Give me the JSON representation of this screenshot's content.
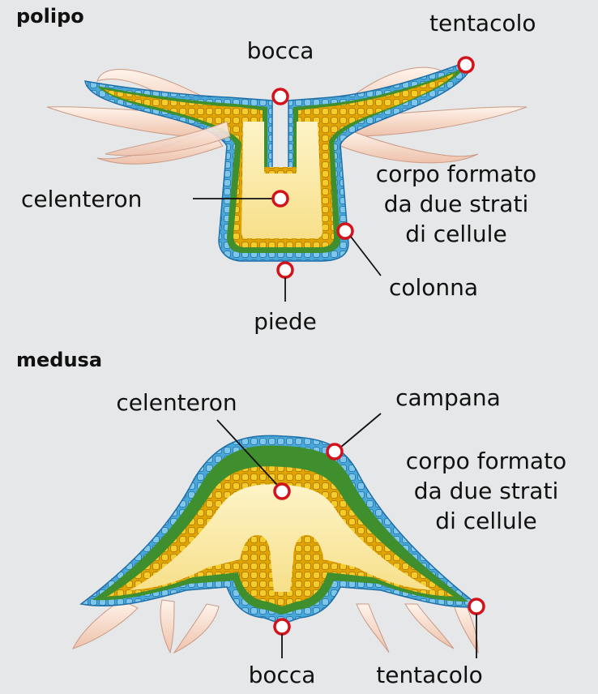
{
  "polyp": {
    "title": "polipo",
    "labels": {
      "tentacle": "tentacolo",
      "mouth": "bocca",
      "cavity": "celenteron",
      "body_line1": "corpo formato",
      "body_line2": "da due strati",
      "body_line3": "di cellule",
      "column": "colonna",
      "foot": "piede"
    }
  },
  "medusa": {
    "title": "medusa",
    "labels": {
      "cavity": "celenteron",
      "bell": "campana",
      "body_line1": "corpo formato",
      "body_line2": "da due strati",
      "body_line3": "di cellule",
      "mouth": "bocca",
      "tentacle": "tentacolo"
    }
  },
  "colors": {
    "background": "#e6e7e8",
    "ectoderm": "#4aa8d8",
    "mesoglea": "#3f8f2f",
    "endoderm": "#f2c200",
    "cavity": "#fbe9a8",
    "tentacle": "#f7dccb",
    "marker": "#d3121b"
  }
}
